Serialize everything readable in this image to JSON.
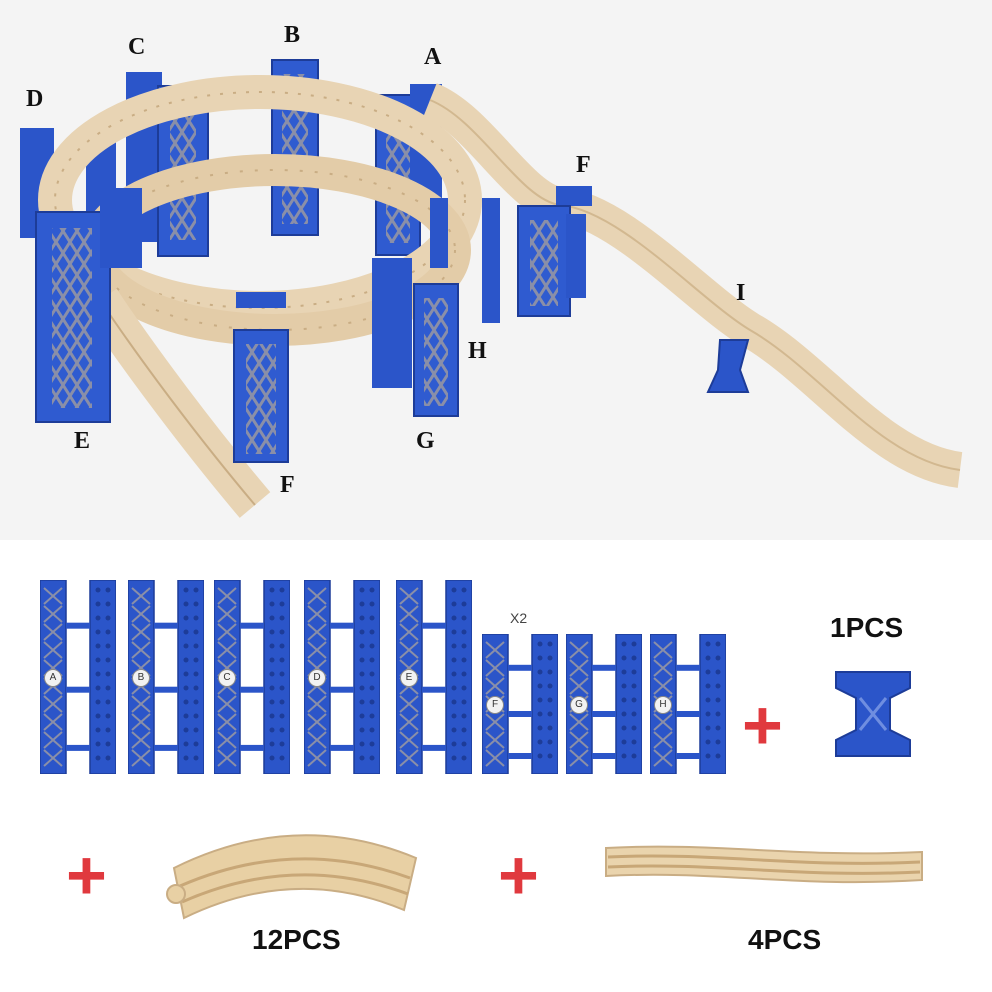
{
  "photo": {
    "labels": {
      "a": "A",
      "b": "B",
      "c": "C",
      "d": "D",
      "e": "E",
      "f_top": "F",
      "f_bottom": "F",
      "g": "G",
      "h": "H",
      "i": "I"
    }
  },
  "parts": {
    "piers": [
      {
        "id": "A"
      },
      {
        "id": "B"
      },
      {
        "id": "C"
      },
      {
        "id": "D"
      },
      {
        "id": "E"
      },
      {
        "id": "F"
      },
      {
        "id": "G"
      },
      {
        "id": "H"
      }
    ],
    "x2_note": "X2",
    "plus_sign": "+",
    "support_qty": "1PCS",
    "curved_track_qty": "12PCS",
    "ramp_track_qty": "4PCS"
  },
  "colors": {
    "pier_blue": "#2b55c9",
    "pier_blue_dark": "#1d3c98",
    "wood": "#e8d4b4",
    "wood_dark": "#c9ad84",
    "plus_red": "#e0393e"
  }
}
